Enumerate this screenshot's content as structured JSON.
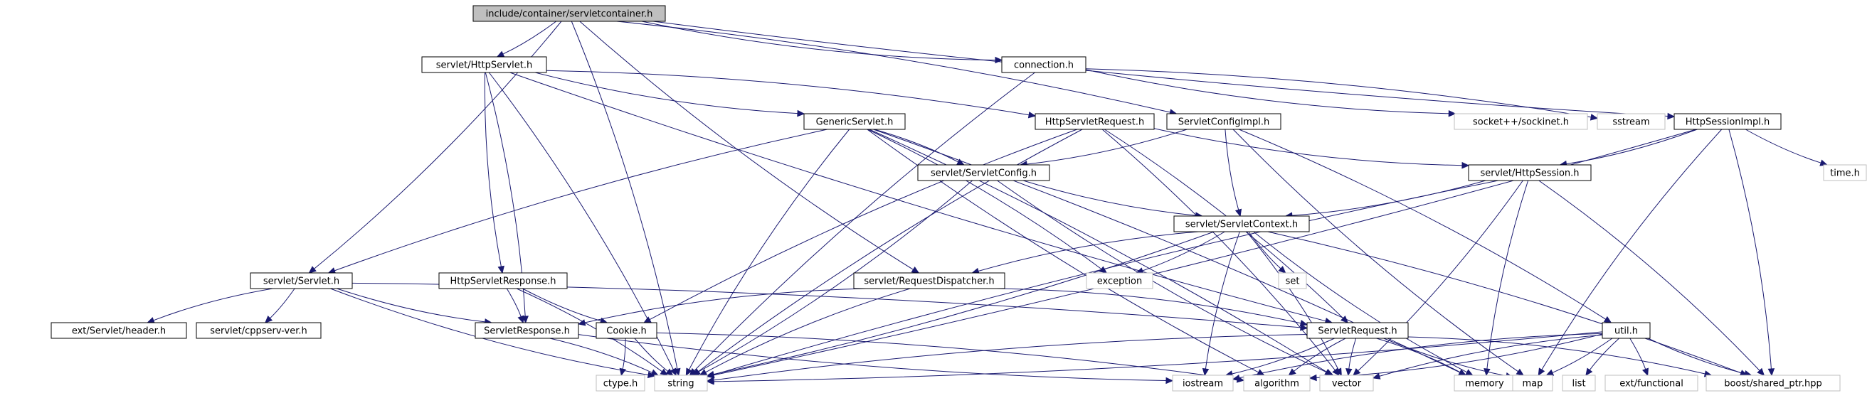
{
  "diagram": {
    "title": "",
    "nodes": [
      {
        "id": "root",
        "label": "include/container/servletcontainer.h",
        "kind": "root"
      },
      {
        "id": "httpservlet",
        "label": "servlet/HttpServlet.h",
        "kind": "doc"
      },
      {
        "id": "connection",
        "label": "connection.h",
        "kind": "doc"
      },
      {
        "id": "genericservlet",
        "label": "GenericServlet.h",
        "kind": "doc"
      },
      {
        "id": "httpservletrequest",
        "label": "HttpServletRequest.h",
        "kind": "doc"
      },
      {
        "id": "servletconfigimpl",
        "label": "ServletConfigImpl.h",
        "kind": "doc"
      },
      {
        "id": "sockinet",
        "label": "socket++/sockinet.h",
        "kind": "sys"
      },
      {
        "id": "sstream",
        "label": "sstream",
        "kind": "sys"
      },
      {
        "id": "httpsessionimpl",
        "label": "HttpSessionImpl.h",
        "kind": "doc"
      },
      {
        "id": "timeh",
        "label": "time.h",
        "kind": "sys"
      },
      {
        "id": "servletconfig",
        "label": "servlet/ServletConfig.h",
        "kind": "doc"
      },
      {
        "id": "httpsession",
        "label": "servlet/HttpSession.h",
        "kind": "doc"
      },
      {
        "id": "servletcontext",
        "label": "servlet/ServletContext.h",
        "kind": "doc"
      },
      {
        "id": "servlet",
        "label": "servlet/Servlet.h",
        "kind": "doc"
      },
      {
        "id": "httpservletresponse",
        "label": "HttpServletResponse.h",
        "kind": "doc"
      },
      {
        "id": "requestdispatcher",
        "label": "servlet/RequestDispatcher.h",
        "kind": "doc"
      },
      {
        "id": "exception",
        "label": "exception",
        "kind": "sys"
      },
      {
        "id": "set",
        "label": "set",
        "kind": "sys"
      },
      {
        "id": "extheader",
        "label": "ext/Servlet/header.h",
        "kind": "doc"
      },
      {
        "id": "cppservver",
        "label": "servlet/cppserv-ver.h",
        "kind": "doc"
      },
      {
        "id": "servletresponse",
        "label": "ServletResponse.h",
        "kind": "doc"
      },
      {
        "id": "cookie",
        "label": "Cookie.h",
        "kind": "doc"
      },
      {
        "id": "servletrequest",
        "label": "ServletRequest.h",
        "kind": "doc"
      },
      {
        "id": "util",
        "label": "util.h",
        "kind": "doc"
      },
      {
        "id": "ctype",
        "label": "ctype.h",
        "kind": "sys"
      },
      {
        "id": "string",
        "label": "string",
        "kind": "sys"
      },
      {
        "id": "iostream",
        "label": "iostream",
        "kind": "sys"
      },
      {
        "id": "algorithm",
        "label": "algorithm",
        "kind": "sys"
      },
      {
        "id": "vector",
        "label": "vector",
        "kind": "sys"
      },
      {
        "id": "memory",
        "label": "memory",
        "kind": "sys"
      },
      {
        "id": "map",
        "label": "map",
        "kind": "sys"
      },
      {
        "id": "list",
        "label": "list",
        "kind": "sys"
      },
      {
        "id": "extfunctional",
        "label": "ext/functional",
        "kind": "sys"
      },
      {
        "id": "boostshared",
        "label": "boost/shared_ptr.hpp",
        "kind": "sys"
      }
    ],
    "edges": [
      [
        "root",
        "httpservlet"
      ],
      [
        "root",
        "connection"
      ],
      [
        "root",
        "servletconfigimpl"
      ],
      [
        "root",
        "httpsessionimpl"
      ],
      [
        "root",
        "servlet"
      ],
      [
        "root",
        "requestdispatcher"
      ],
      [
        "root",
        "string"
      ],
      [
        "httpservlet",
        "genericservlet"
      ],
      [
        "httpservlet",
        "httpservletrequest"
      ],
      [
        "httpservlet",
        "httpservletresponse"
      ],
      [
        "httpservlet",
        "servletresponse"
      ],
      [
        "httpservlet",
        "servletrequest"
      ],
      [
        "httpservlet",
        "string"
      ],
      [
        "connection",
        "sockinet"
      ],
      [
        "connection",
        "sstream"
      ],
      [
        "connection",
        "string"
      ],
      [
        "genericservlet",
        "servletconfig"
      ],
      [
        "genericservlet",
        "servlet"
      ],
      [
        "genericservlet",
        "exception"
      ],
      [
        "genericservlet",
        "string"
      ],
      [
        "genericservlet",
        "memory"
      ],
      [
        "genericservlet",
        "algorithm"
      ],
      [
        "genericservlet",
        "vector"
      ],
      [
        "httpservletrequest",
        "httpsession"
      ],
      [
        "httpservletrequest",
        "servletrequest"
      ],
      [
        "httpservletrequest",
        "cookie"
      ],
      [
        "httpservletrequest",
        "vector"
      ],
      [
        "httpservletrequest",
        "string"
      ],
      [
        "servletconfigimpl",
        "servletconfig"
      ],
      [
        "servletconfigimpl",
        "servletcontext"
      ],
      [
        "servletconfigimpl",
        "util"
      ],
      [
        "servletconfigimpl",
        "map"
      ],
      [
        "httpsessionimpl",
        "httpsession"
      ],
      [
        "httpsessionimpl",
        "timeh"
      ],
      [
        "httpsessionimpl",
        "boostshared"
      ],
      [
        "httpsessionimpl",
        "map"
      ],
      [
        "httpsessionimpl",
        "string"
      ],
      [
        "servletconfig",
        "servletcontext"
      ],
      [
        "servletconfig",
        "string"
      ],
      [
        "servletconfig",
        "vector"
      ],
      [
        "httpsession",
        "servletcontext"
      ],
      [
        "httpsession",
        "string"
      ],
      [
        "httpsession",
        "vector"
      ],
      [
        "httpsession",
        "memory"
      ],
      [
        "httpsession",
        "boostshared"
      ],
      [
        "servletcontext",
        "requestdispatcher"
      ],
      [
        "servletcontext",
        "exception"
      ],
      [
        "servletcontext",
        "set"
      ],
      [
        "servletcontext",
        "string"
      ],
      [
        "servletcontext",
        "iostream"
      ],
      [
        "servletcontext",
        "vector"
      ],
      [
        "servletcontext",
        "memory"
      ],
      [
        "servletcontext",
        "boostshared"
      ],
      [
        "servlet",
        "extheader"
      ],
      [
        "servlet",
        "cppservver"
      ],
      [
        "servlet",
        "servletresponse"
      ],
      [
        "servlet",
        "servletrequest"
      ],
      [
        "servlet",
        "string"
      ],
      [
        "httpservletresponse",
        "servletresponse"
      ],
      [
        "httpservletresponse",
        "cookie"
      ],
      [
        "httpservletresponse",
        "string"
      ],
      [
        "requestdispatcher",
        "servletresponse"
      ],
      [
        "requestdispatcher",
        "servletrequest"
      ],
      [
        "requestdispatcher",
        "string"
      ],
      [
        "servletresponse",
        "string"
      ],
      [
        "servletresponse",
        "iostream"
      ],
      [
        "cookie",
        "ctype"
      ],
      [
        "cookie",
        "string"
      ],
      [
        "cookie",
        "algorithm"
      ],
      [
        "servletrequest",
        "string"
      ],
      [
        "servletrequest",
        "iostream"
      ],
      [
        "servletrequest",
        "vector"
      ],
      [
        "servletrequest",
        "memory"
      ],
      [
        "servletrequest",
        "map"
      ],
      [
        "servletrequest",
        "boostshared"
      ],
      [
        "servletrequest",
        "algorithm"
      ],
      [
        "util",
        "string"
      ],
      [
        "util",
        "vector"
      ],
      [
        "util",
        "map"
      ],
      [
        "util",
        "list"
      ],
      [
        "util",
        "extfunctional"
      ],
      [
        "util",
        "boostshared"
      ],
      [
        "util",
        "algorithm"
      ],
      [
        "util",
        "iostream"
      ]
    ]
  },
  "colors": {
    "edge": "#191970",
    "root_fill": "#bfbfbf",
    "doc_border": "#000000",
    "sys_border": "#bfbfbf",
    "text": "#000000",
    "background": "#ffffff"
  }
}
